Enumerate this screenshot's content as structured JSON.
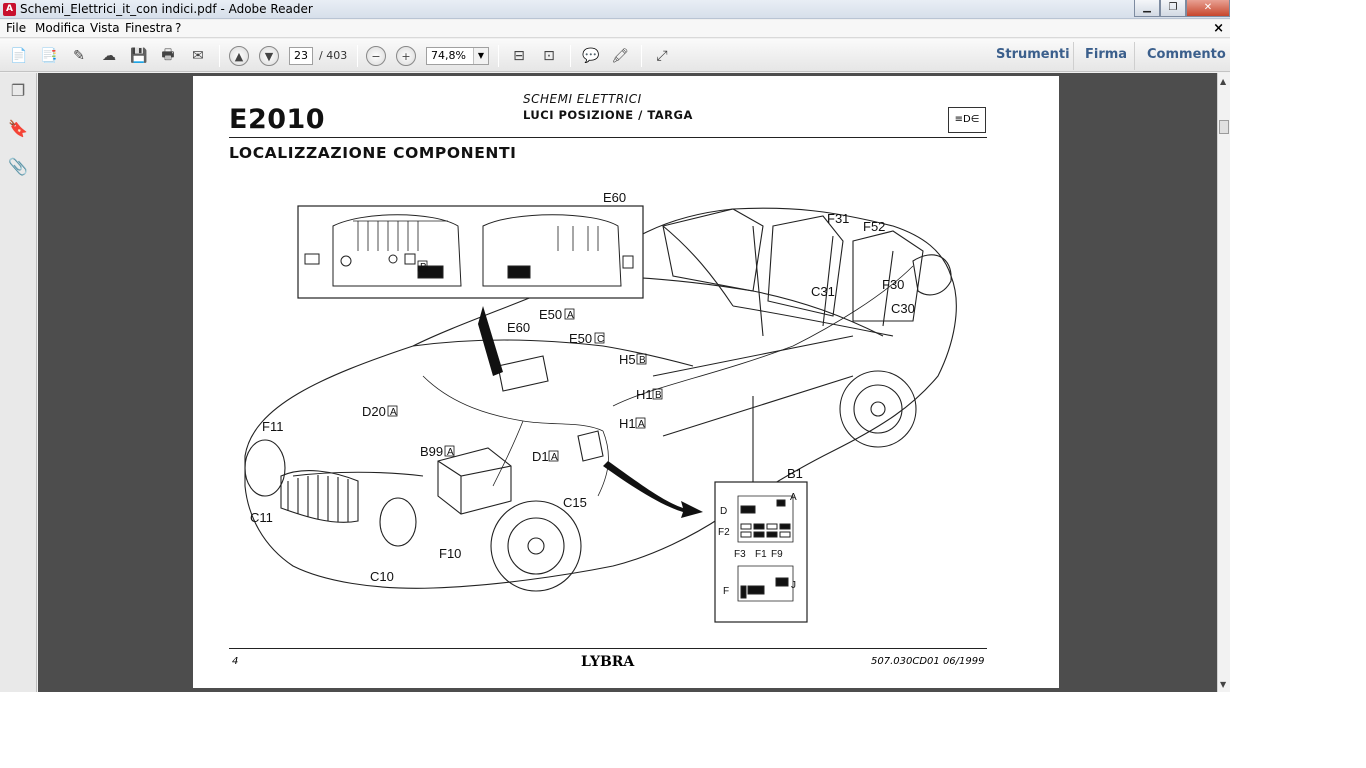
{
  "window": {
    "title": "Schemi_Elettrici_it_con indici.pdf - Adobe Reader",
    "app_icon": "pdf-icon"
  },
  "menu": {
    "items": [
      "File",
      "Modifica",
      "Vista",
      "Finestra",
      "?"
    ],
    "close": "×"
  },
  "toolbar": {
    "page_current": "23",
    "page_total": "/ 403",
    "zoom": "74,8%",
    "links": [
      "Strumenti",
      "Firma",
      "Commento"
    ]
  },
  "document": {
    "code": "E2010",
    "category": "SCHEMI ELETTRICI",
    "subtitle": "LUCI POSIZIONE / TARGA",
    "header_icon": "≡D∈",
    "section": "LOCALIZZAZIONE COMPONENTI",
    "footer_page": "4",
    "footer_model": "LYBRA",
    "footer_ref": "507.030CD01   06/1999"
  },
  "labels": {
    "e60_top": "E60",
    "f31": "F31",
    "f52": "F52",
    "c31": "C31",
    "f30": "F30",
    "c30": "C30",
    "e50a": "E50",
    "e60": "E60",
    "e50c": "E50",
    "h5b": "H5",
    "h1b": "H1",
    "h1a": "H1",
    "d20a": "D20",
    "f11": "F11",
    "b99a": "B99",
    "d1a": "D1",
    "c15": "C15",
    "b1": "B1",
    "c11": "C11",
    "c10": "C10",
    "f10": "F10",
    "bx_a": "A",
    "bx_b": "B",
    "bx_c": "C",
    "b1_a": "A",
    "b1_d": "D",
    "b1_f2": "F2",
    "b1_f3": "F3",
    "b1_f1": "F1",
    "b1_f9": "F9",
    "b1_f": "F",
    "b1_j": "J"
  }
}
